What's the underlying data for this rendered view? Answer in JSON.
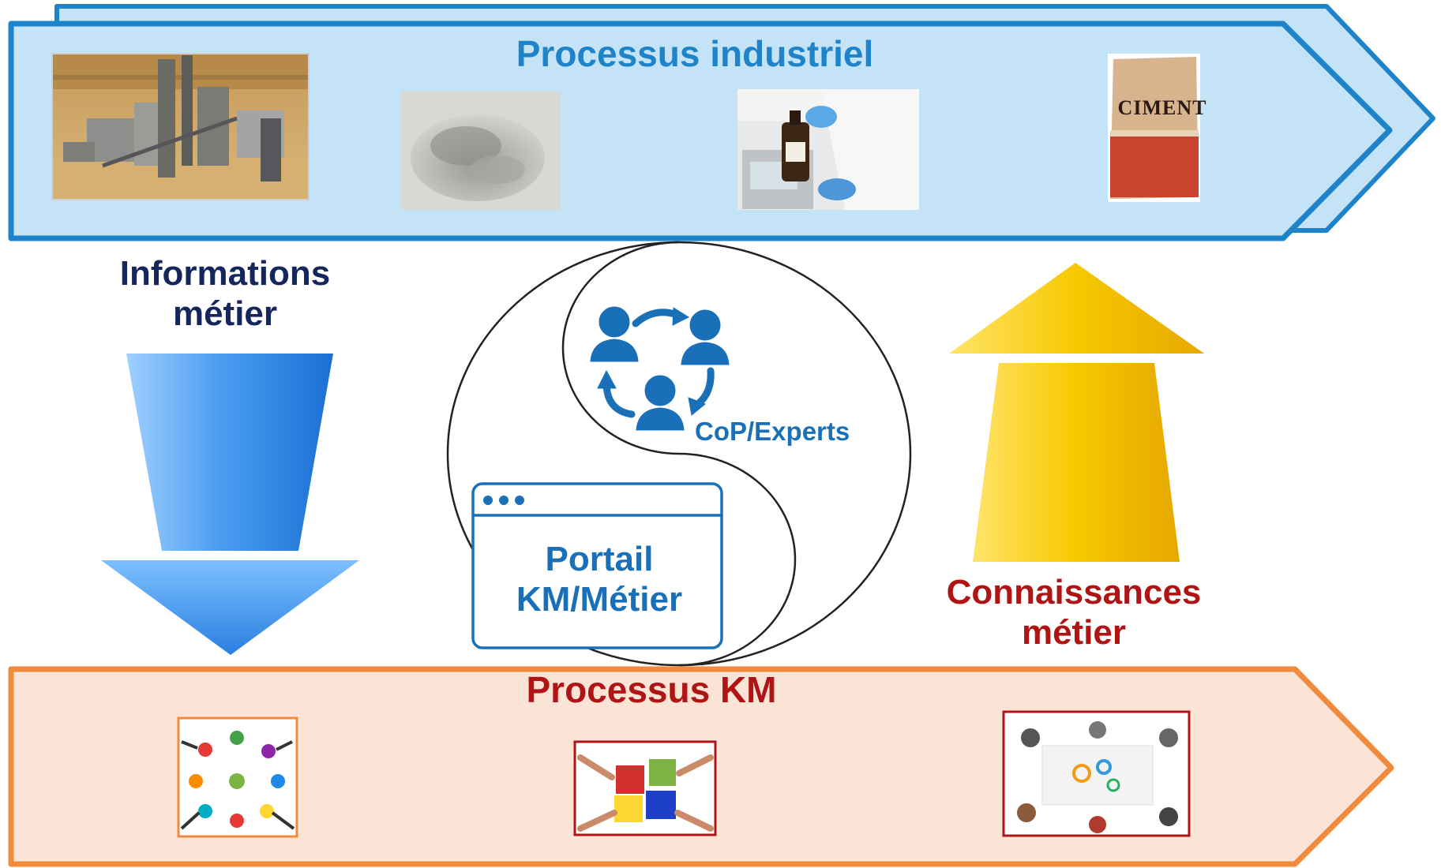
{
  "industrial_process": {
    "title": "Processus industriel",
    "images": [
      {
        "icon": "cement-plant-photo"
      },
      {
        "icon": "cement-powder-photo"
      },
      {
        "icon": "laboratory-photo"
      },
      {
        "icon": "cement-bag-photo",
        "text": "CIMENT"
      }
    ]
  },
  "km_process": {
    "title": "Processus KM",
    "images": [
      {
        "icon": "puzzle-circle-hands-photo"
      },
      {
        "icon": "puzzle-pieces-hands-photo"
      },
      {
        "icon": "team-meeting-table-photo"
      }
    ]
  },
  "flows": {
    "down": {
      "label": "Informations métier",
      "color": "#3f8fe0"
    },
    "up": {
      "label": "Connaissances métier",
      "color": "#f5c400"
    }
  },
  "center": {
    "cop_label": "CoP/Experts",
    "portal_label_line1": "Portail",
    "portal_label_line2": "KM/Métier"
  },
  "colors": {
    "industrial_fill": "#c5e3f7",
    "industrial_border": "#1f83c9",
    "km_fill": "#fbe4d6",
    "km_border": "#f08a3c",
    "accent_blue": "#1a70b8",
    "accent_red": "#b01516"
  }
}
